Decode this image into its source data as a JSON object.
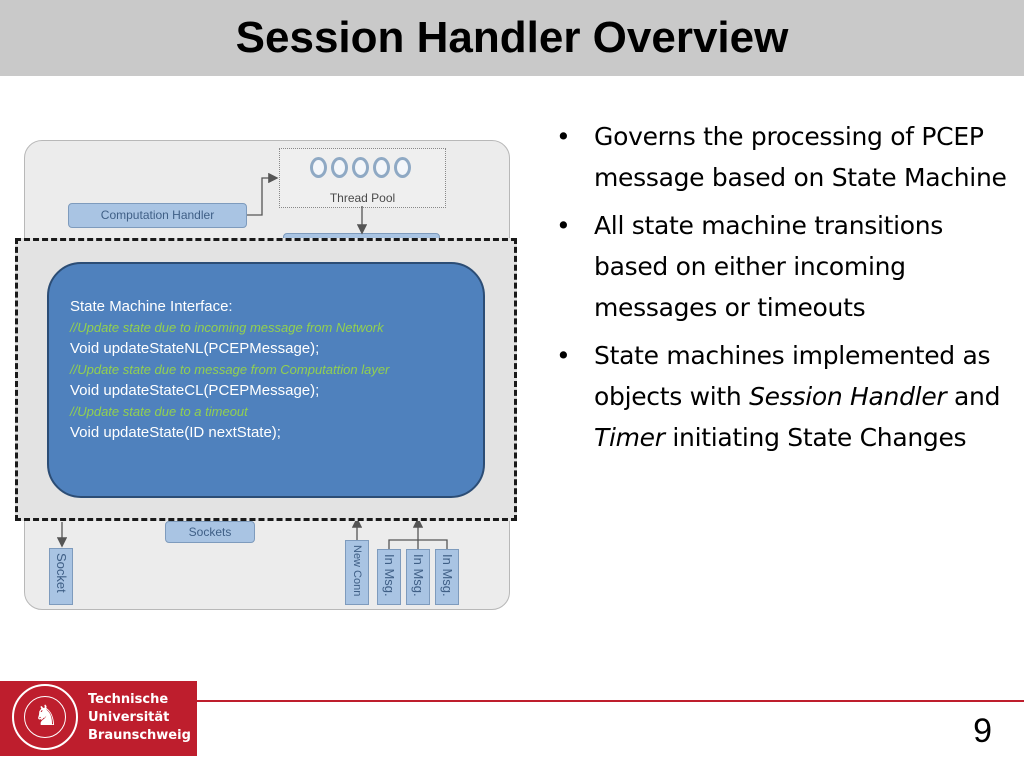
{
  "slide": {
    "title": "Session Handler Overview",
    "page_number": "9"
  },
  "diagram": {
    "thread_pool_label": "Thread Pool",
    "computation_handler_label": "Computation Handler",
    "sockets_label": "Sockets",
    "socket_label": "Socket",
    "new_conn_label": "New Conn",
    "in_msg_labels": [
      "In Msg.",
      "In Msg.",
      "In Msg."
    ],
    "state_machine": {
      "heading": "State Machine Interface:",
      "comment1": "//Update state due to incoming message from Network",
      "method1": "Void updateStateNL(PCEPMessage);",
      "comment2": "//Update state due to message from Computattion layer",
      "method2": "Void updateStateCL(PCEPMessage);",
      "comment3": "//Update state due to a timeout",
      "method3": "Void updateState(ID nextState);"
    },
    "colors": {
      "state_machine_fill": "#4f81bd",
      "comment_text": "#92d050",
      "small_box_fill": "#a9c4e3"
    }
  },
  "bullets": {
    "b1": "Governs the processing of PCEP message based on State Machine",
    "b2": "All state machine transitions based on either incoming messages or timeouts",
    "b3_part1": "State machines implemented as objects with ",
    "b3_em1": "Session Handler",
    "b3_part2": " and ",
    "b3_em2": "Timer",
    "b3_part3": " initiating State Changes"
  },
  "footer": {
    "university_line1": "Technische",
    "university_line2": "Universität",
    "university_line3": "Braunschweig",
    "accent_color": "#be1e2d"
  }
}
